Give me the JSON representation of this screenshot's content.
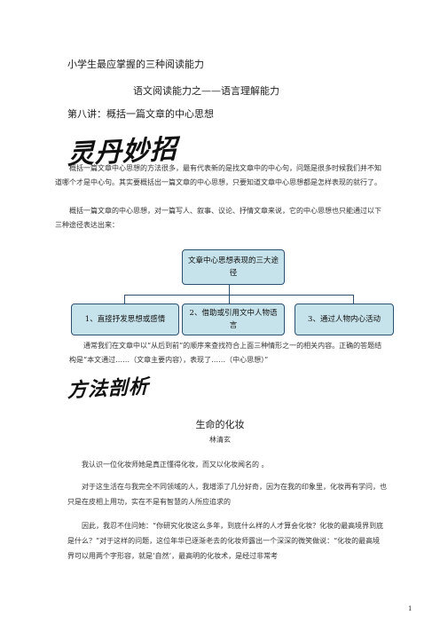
{
  "header": {
    "title": "小学生最应掌握的三种阅读能力",
    "subtitle": "语文阅读能力之——语言理解能力",
    "lesson": "第八讲：概括一篇文章的中心思想"
  },
  "section1": {
    "banner": "灵丹妙招",
    "para1": "概括一篇文章中心思想的方法很多，最有代表新的是找文章中的中心句，问题是很多时候我们并不知道哪个才是中心句。其实要概括出一篇文章的中心思想，只要知道文章中心思想都是怎样表现的就行了。",
    "para2": "概括一篇文章的中心思想，对一篇写人、叙事、议论、抒情文章来说，它的中心思想也只能通过以下三种途径表达出来："
  },
  "diagram": {
    "root": "文章中心思想表现的三大途径",
    "children": [
      "1、直接抒发思想或感情",
      "2、借助或引用文中人物语言",
      "3、通过人物内心活动"
    ]
  },
  "section1_after": {
    "para": "通常我们在文章中以“从后到前”的顺序来查找符合上面三种情形之一的相关内容。正确的答题结构是“本文通过……（文章主要内容），表现了……（中心思想）”"
  },
  "section2": {
    "banner": "方法剖析"
  },
  "article": {
    "title": "生命的化妆",
    "author": "林清玄",
    "para1": "我认识一位化妆师她是真正懂得化妆，而又以化妆闻名的 。",
    "para2": "对于这生活在与我完全不同领域的人，我增添了几分好奇，因为在我的印象里，化妆再有学问，也只是在皮相上用功，实在不是有智慧的人所应追求的",
    "para3": "因此，我忍不住问她：“你研究化妆这么多年，到底什么样的人才算会化妆？化妆的最高境界到底是什么？”对于这样的问题，这位年华已逐渐老去的化妆师露出一个深深的微笑做说：“化妆的最高境界可以用两个字形容，就是‘自然’，最高明的化妆术，是经过非常考"
  },
  "footer": {
    "page_number": "1"
  },
  "colors": {
    "box_fill": "#c6e2ea",
    "box_border": "#2f4f6f"
  }
}
